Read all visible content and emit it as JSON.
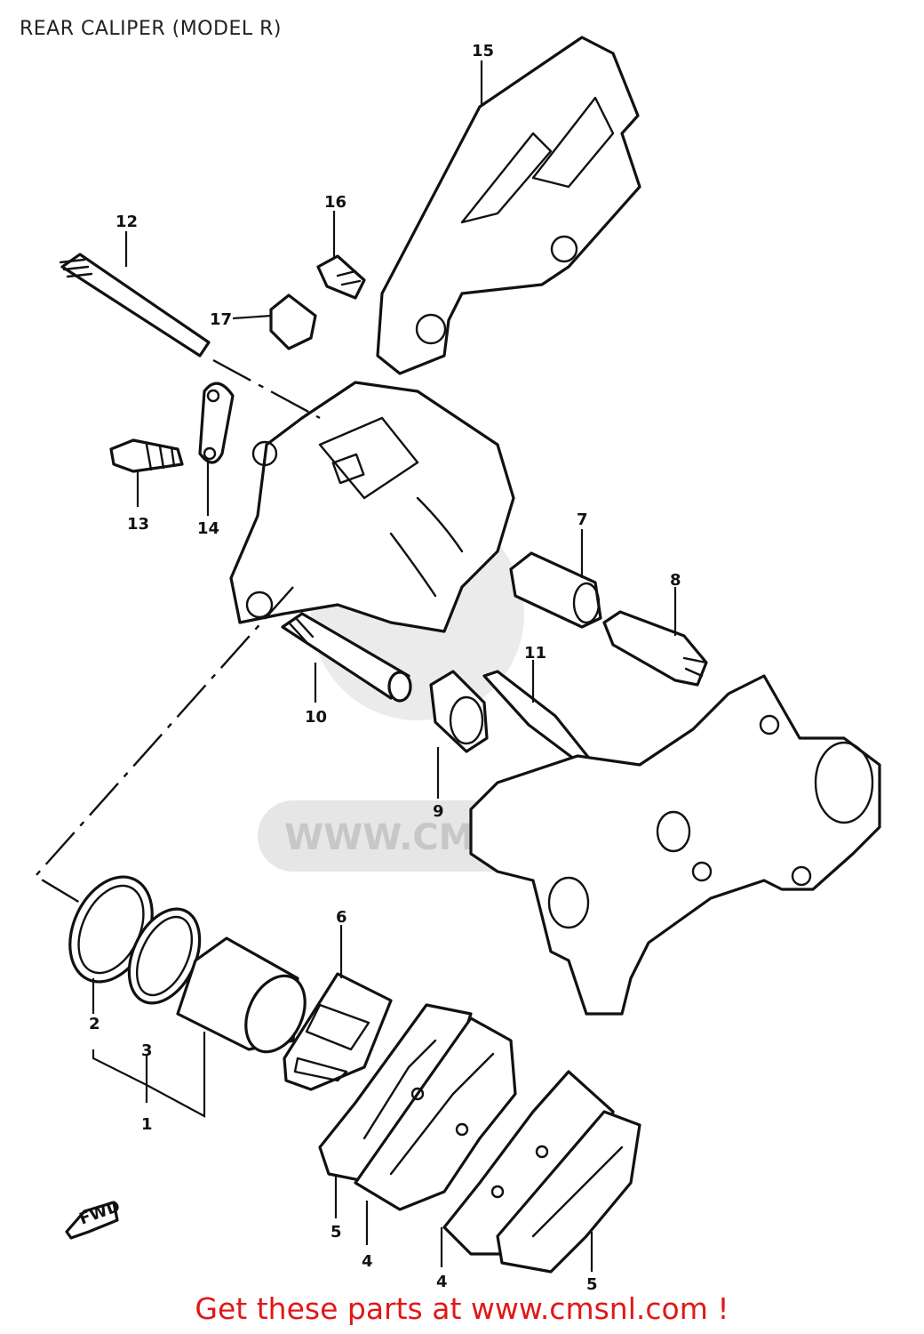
{
  "title": "REAR CALIPER (MODEL R)",
  "watermark": "WWW.CMSNL.COM",
  "footer": "Get these parts at www.cmsnl.com !",
  "fwd_marker": "FWD",
  "labels": {
    "l1": "1",
    "l2": "2",
    "l3": "3",
    "l4a": "4",
    "l4b": "4",
    "l5a": "5",
    "l5b": "5",
    "l6": "6",
    "l7": "7",
    "l8": "8",
    "l9": "9",
    "l10": "10",
    "l11": "11",
    "l12": "12",
    "l13": "13",
    "l14": "14",
    "l15": "15",
    "l16": "16",
    "l17": "17"
  },
  "colors": {
    "footer_text": "#e01818",
    "line_art": "#111111",
    "watermark": "#bdbdbd"
  }
}
